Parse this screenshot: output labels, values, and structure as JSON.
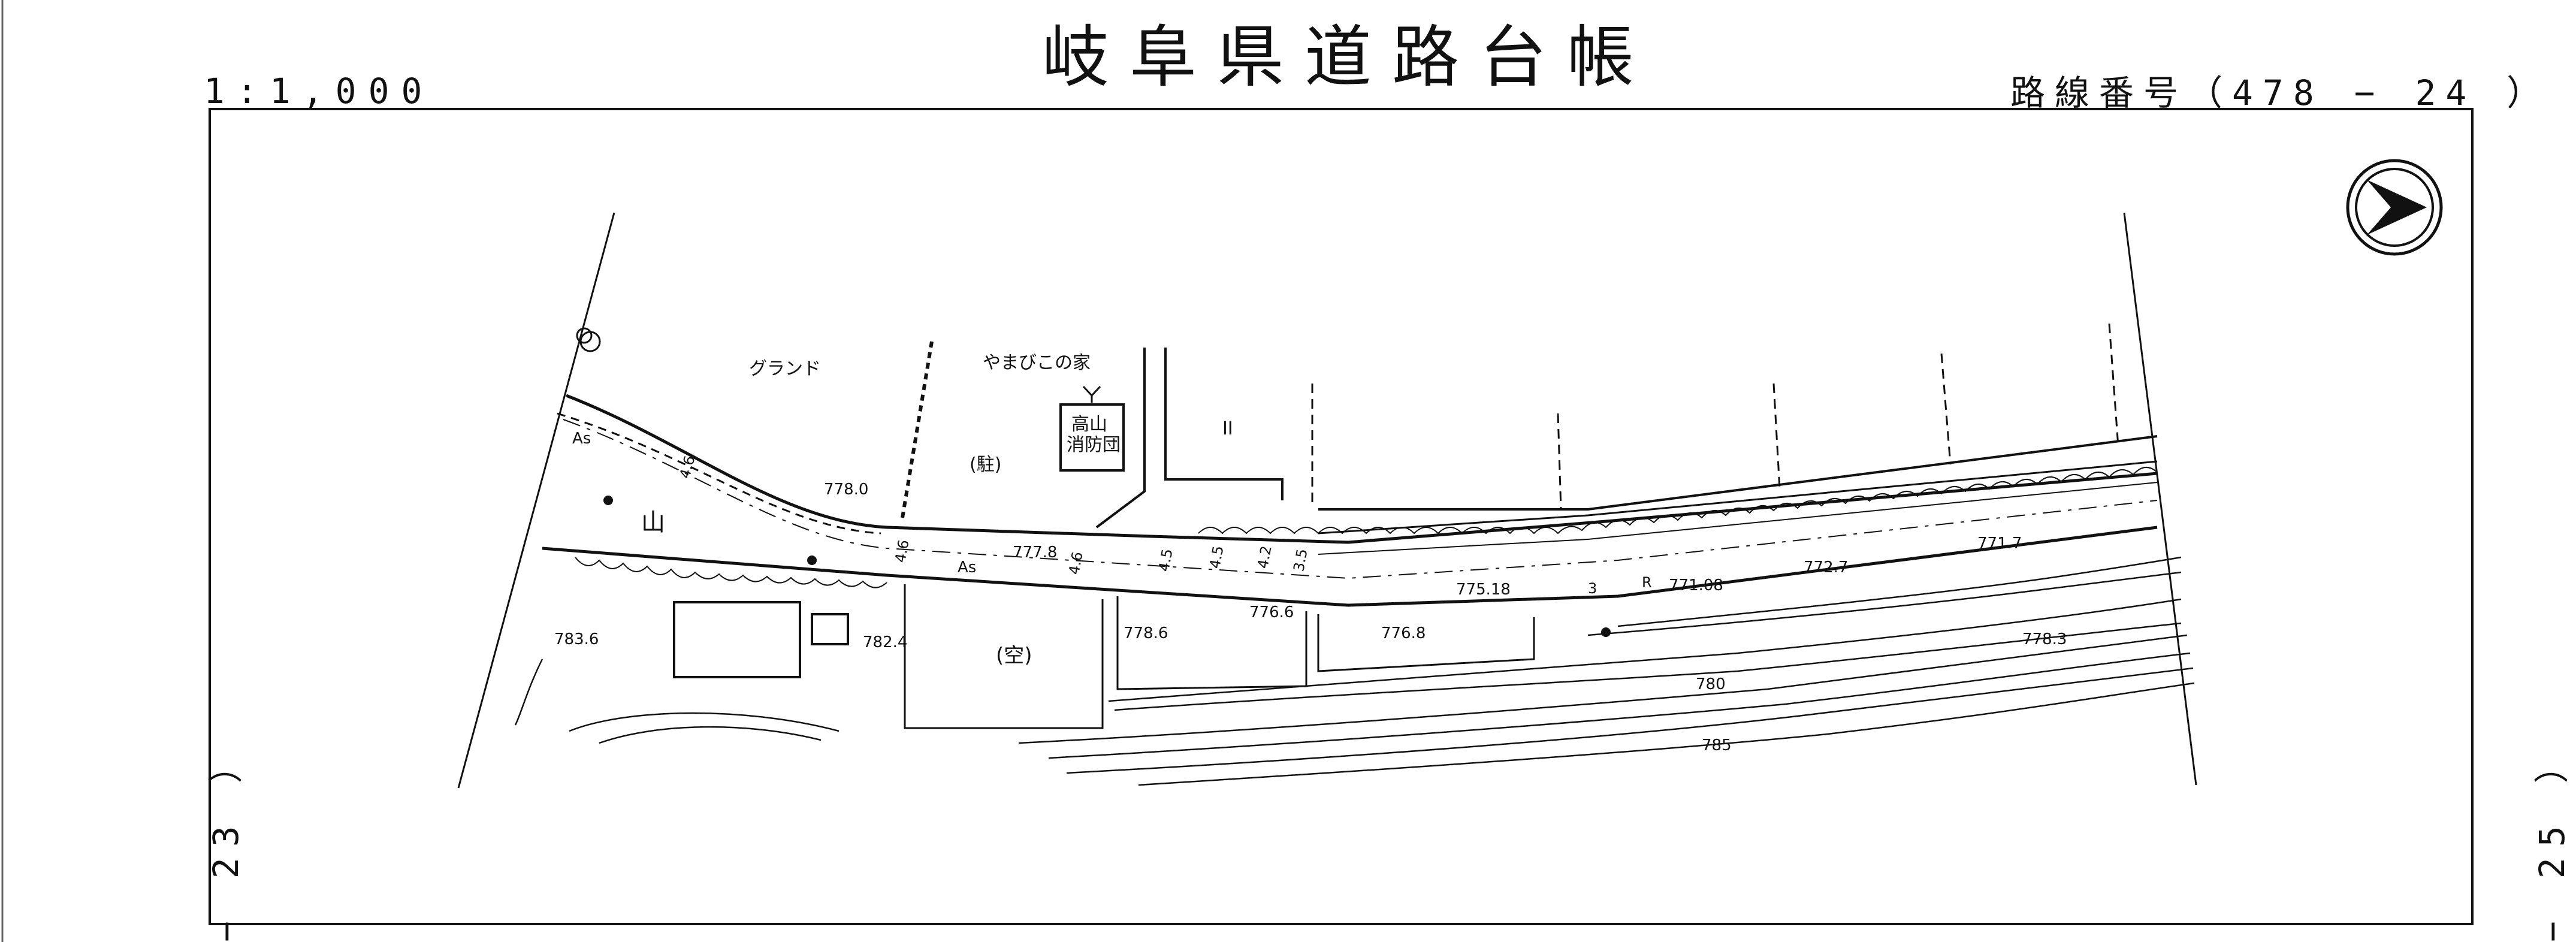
{
  "header": {
    "title": "岐阜県道路台帳",
    "scale": "1:1,000",
    "route_number": "路線番号（478 − 24 ）"
  },
  "sheet_refs": {
    "left": "− 23 ）",
    "right": "− 25 ）"
  },
  "map": {
    "labels": {
      "ground": "グランド",
      "yamabiko": "やまびこの家",
      "fire_brigade_line1": "高山",
      "fire_brigade_line2": "消防団",
      "parking": "(駐)",
      "vacant": "(空)",
      "mountain": "山",
      "field_mark": "ⅠⅠ",
      "asphalt_1": "As",
      "asphalt_2": "As",
      "road_r": "R"
    },
    "elevations": [
      "778.0",
      "777.8",
      "783.6",
      "782.4",
      "778.6",
      "776.6",
      "776.8",
      "775.18",
      "771.08",
      "772.7",
      "771.7",
      "778.3"
    ],
    "widths": [
      "4.6",
      "4.6",
      "4.6",
      "4.5",
      "4.5",
      "4.2",
      "3.5",
      "3"
    ],
    "contours": [
      "780",
      "785"
    ],
    "north_arrow": "north-arrow"
  }
}
